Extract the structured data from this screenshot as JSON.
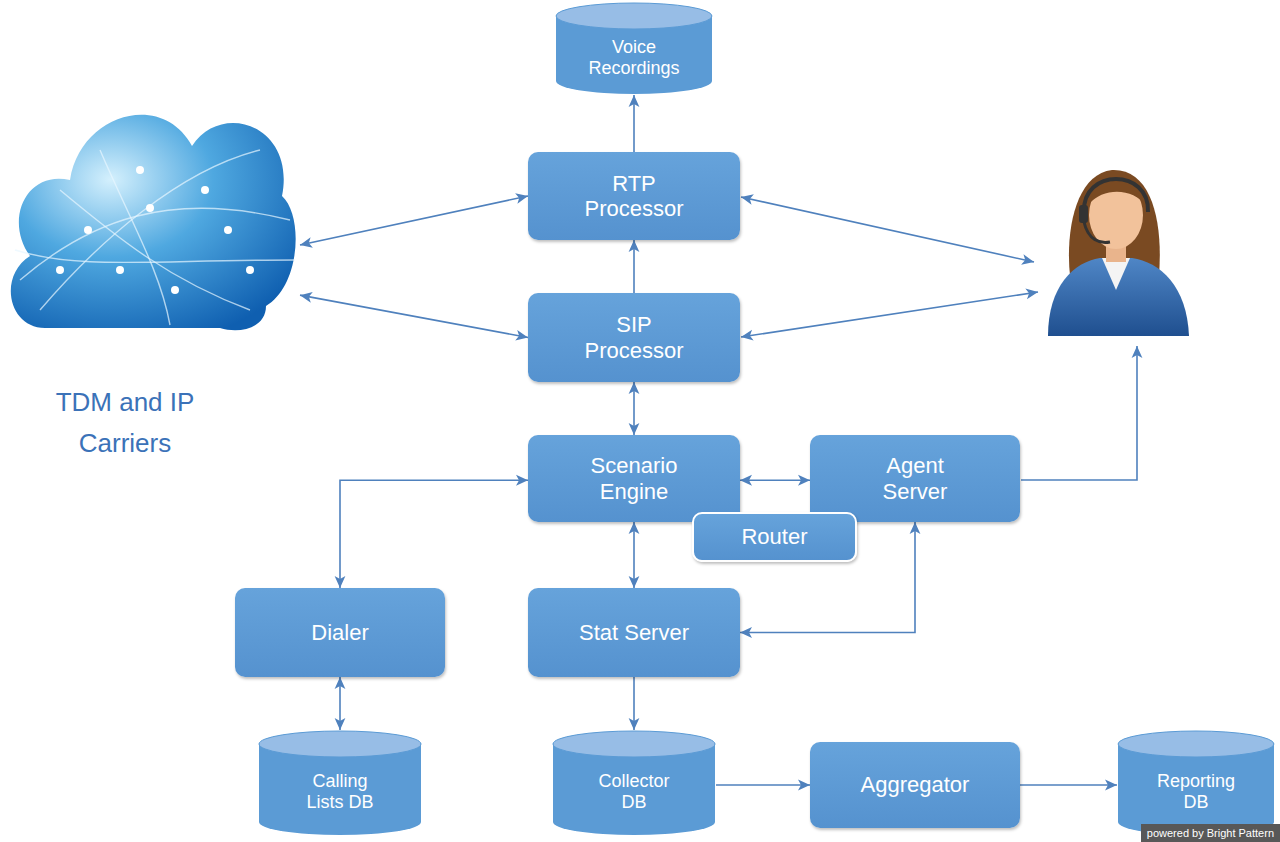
{
  "diagram": {
    "nodes": [
      {
        "text": [
          "Voice Recordings"
        ]
      },
      {
        "text": [
          "TDM and IP Carriers"
        ]
      },
      {
        "text": [
          "RTP Processor"
        ]
      },
      {
        "text": [
          "SIP Processor"
        ]
      },
      {
        "text": [
          "Scenario Engine"
        ]
      },
      {
        "text": [
          "Agent Server"
        ]
      },
      {
        "text": [
          "Router"
        ]
      },
      {
        "text": [
          "Dialer"
        ]
      },
      {
        "text": [
          "Stat Server"
        ]
      },
      {
        "text": [
          "Calling Lists DB"
        ]
      },
      {
        "text": [
          "Collector DB"
        ]
      },
      {
        "text": [
          "Aggregator"
        ]
      },
      {
        "text": [
          "Reporting DB"
        ]
      }
    ],
    "edges": [
      {
        "from": 1,
        "to": 2,
        "arrow": "both"
      },
      {
        "from": 1,
        "to": 3,
        "arrow": "both"
      },
      {
        "from": 3,
        "to": 2,
        "arrow": "to"
      },
      {
        "from": 2,
        "to": 0,
        "arrow": "to"
      },
      {
        "from": 3,
        "to": 4,
        "arrow": "both"
      },
      {
        "from": 4,
        "to": 5,
        "arrow": "both"
      },
      {
        "from": 4,
        "to": 8,
        "arrow": "both"
      },
      {
        "from": 7,
        "to": 4,
        "arrow": "both"
      },
      {
        "from": 5,
        "to": 8,
        "arrow": "both"
      },
      {
        "from": 7,
        "to": 9,
        "arrow": "both"
      },
      {
        "from": 8,
        "to": 10,
        "arrow": "to"
      },
      {
        "from": 10,
        "to": 11,
        "arrow": "to"
      },
      {
        "from": 11,
        "to": 12,
        "arrow": "to"
      }
    ],
    "labels": [
      "powered by Bright Pattern"
    ]
  }
}
